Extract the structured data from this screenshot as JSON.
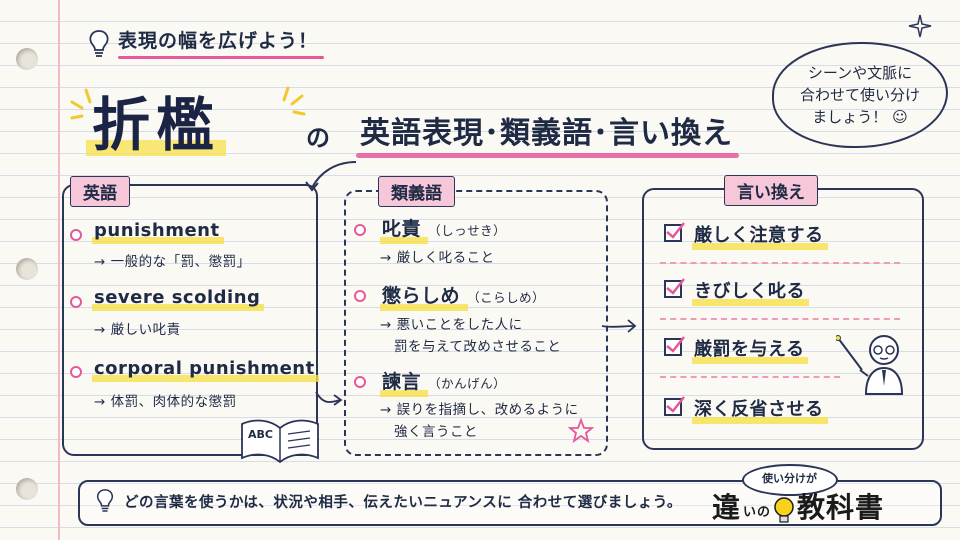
{
  "header": {
    "top_label": "表現の幅を広げよう！",
    "title": "折檻",
    "connector": "の",
    "subtitle": "英語表現･類義語･言い換え",
    "bubble_lines": [
      "シーンや文脈に",
      "合わせて使い分け",
      "ましょう！"
    ]
  },
  "english": {
    "tag": "英語",
    "items": [
      {
        "term": "punishment",
        "meaning": "→ 一般的な「罰、懲罰」"
      },
      {
        "term": "severe scolding",
        "meaning": "→ 厳しい叱責"
      },
      {
        "term": "corporal punishment",
        "meaning": "→ 体罰、肉体的な懲罰"
      }
    ]
  },
  "synonyms": {
    "tag": "類義語",
    "items": [
      {
        "term": "叱責",
        "reading": "（しっせき）",
        "lines": [
          "→ 厳しく叱ること"
        ]
      },
      {
        "term": "懲らしめ",
        "reading": "（こらしめ）",
        "lines": [
          "→ 悪いことをした人に",
          "罰を与えて改めさせること"
        ]
      },
      {
        "term": "諫言",
        "reading": "（かんげん）",
        "lines": [
          "→ 誤りを指摘し、改めるように",
          "強く言うこと"
        ]
      }
    ]
  },
  "paraphrase": {
    "tag": "言い換え",
    "items": [
      "厳しく注意する",
      "きびしく叱る",
      "厳罰を与える",
      "深く反省させる"
    ]
  },
  "book_label": "ABC",
  "footer": {
    "text": "どの言葉を使うかは、状況や相手、伝えたいニュアンスに 合わせて選びましょう。"
  },
  "logo": {
    "top": "使い分けが",
    "main_left": "違",
    "main_small": "いの",
    "main_right": "教科書"
  }
}
